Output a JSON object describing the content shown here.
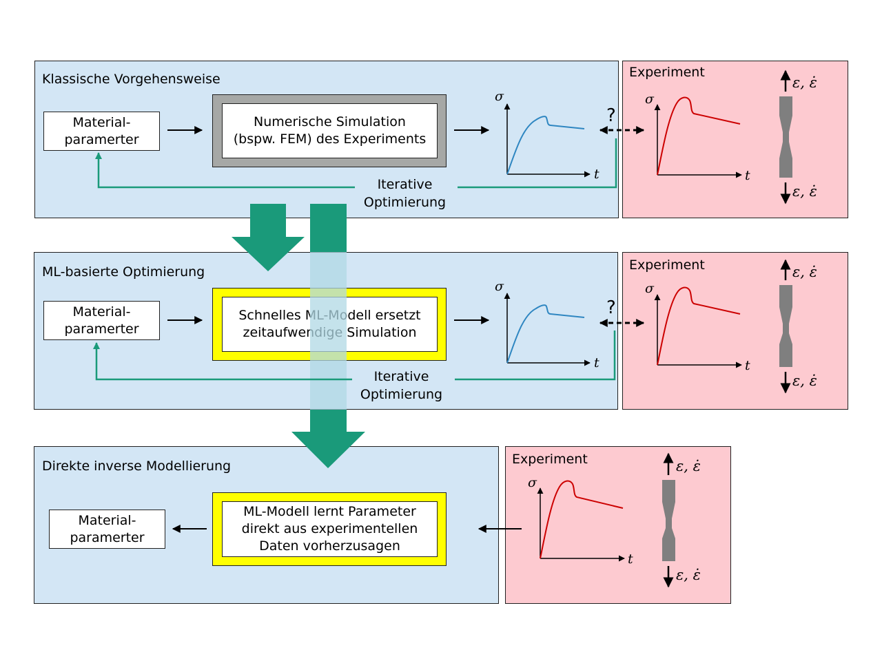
{
  "panels": {
    "classic_title": "Klassische Vorgehensweise",
    "ml_title": "ML-basierte Optimierung",
    "inverse_title": "Direkte inverse Modellierung",
    "experiment_title": "Experiment"
  },
  "boxes": {
    "material_line1": "Material-",
    "material_line2": "paramerter",
    "sim_line1": "Numerische Simulation",
    "sim_line2": "(bspw. FEM) des Experiments",
    "ml_line1": "Schnelles ML-Modell ersetzt",
    "ml_line2": "zeitaufwendige Simulation",
    "inv_line1": "ML-Modell lernt Parameter",
    "inv_line2": "direkt aus experimentellen",
    "inv_line3": "Daten vorherzusagen"
  },
  "loop": {
    "line1": "Iterative",
    "line2": "Optimierung"
  },
  "symbols": {
    "question": "?",
    "sigma": "σ",
    "time": "t",
    "strain": "ε, ε̇"
  },
  "colors": {
    "blue_panel": "#d3e6f5",
    "red_panel": "#fdcad0",
    "teal": "#1a9a7a",
    "sim_curve": "#2e86c1",
    "exp_curve": "#cc0000",
    "yellow": "#ffff00",
    "gray_frame": "#a6a8a6"
  }
}
